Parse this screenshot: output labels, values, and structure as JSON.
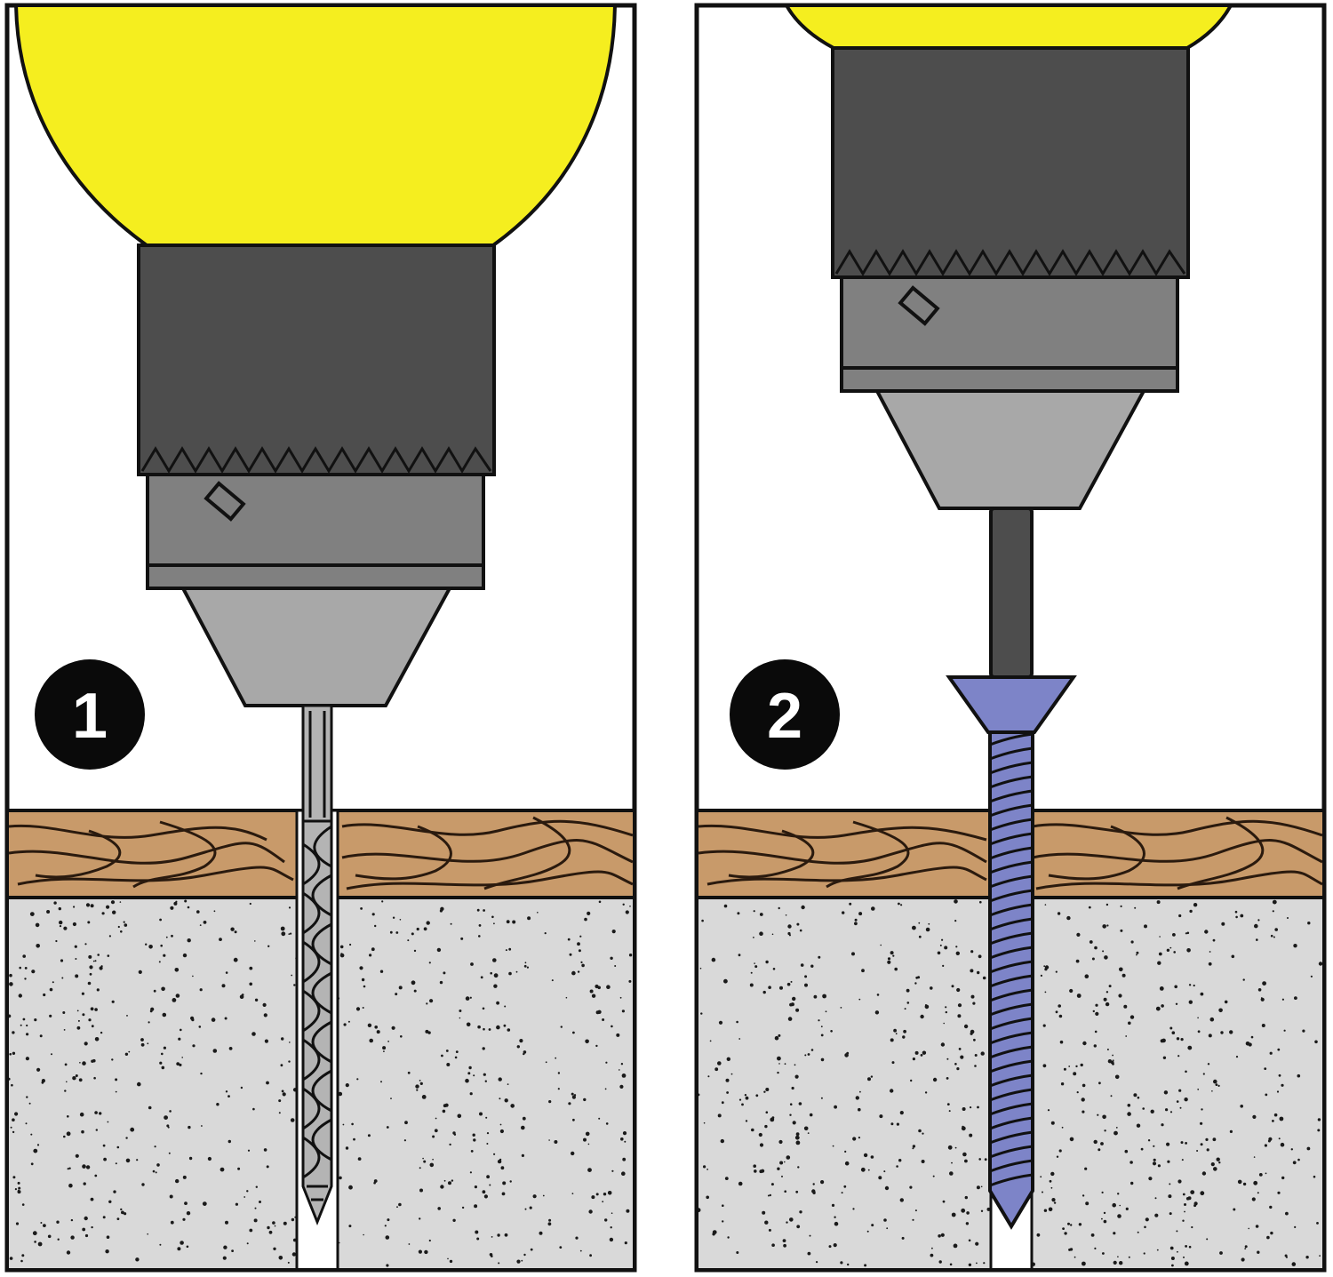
{
  "diagram": {
    "panels": [
      {
        "name": "panel-1",
        "step_label": "1",
        "tool": "masonry-drill-bit"
      },
      {
        "name": "panel-2",
        "step_label": "2",
        "tool": "screwdriver-bit-and-screw"
      }
    ]
  },
  "colors": {
    "drill_body": "#f5ee1f",
    "chuck_dark": "#4d4d4d",
    "chuck_mid": "#808080",
    "chuck_nose": "#a8a8a8",
    "wood": "#c89a6a",
    "concrete": "#d9d9d9",
    "screw": "#7d84c8",
    "bit": "#b4b4b4",
    "badge": "#0a0a0a",
    "outline": "#111111"
  }
}
